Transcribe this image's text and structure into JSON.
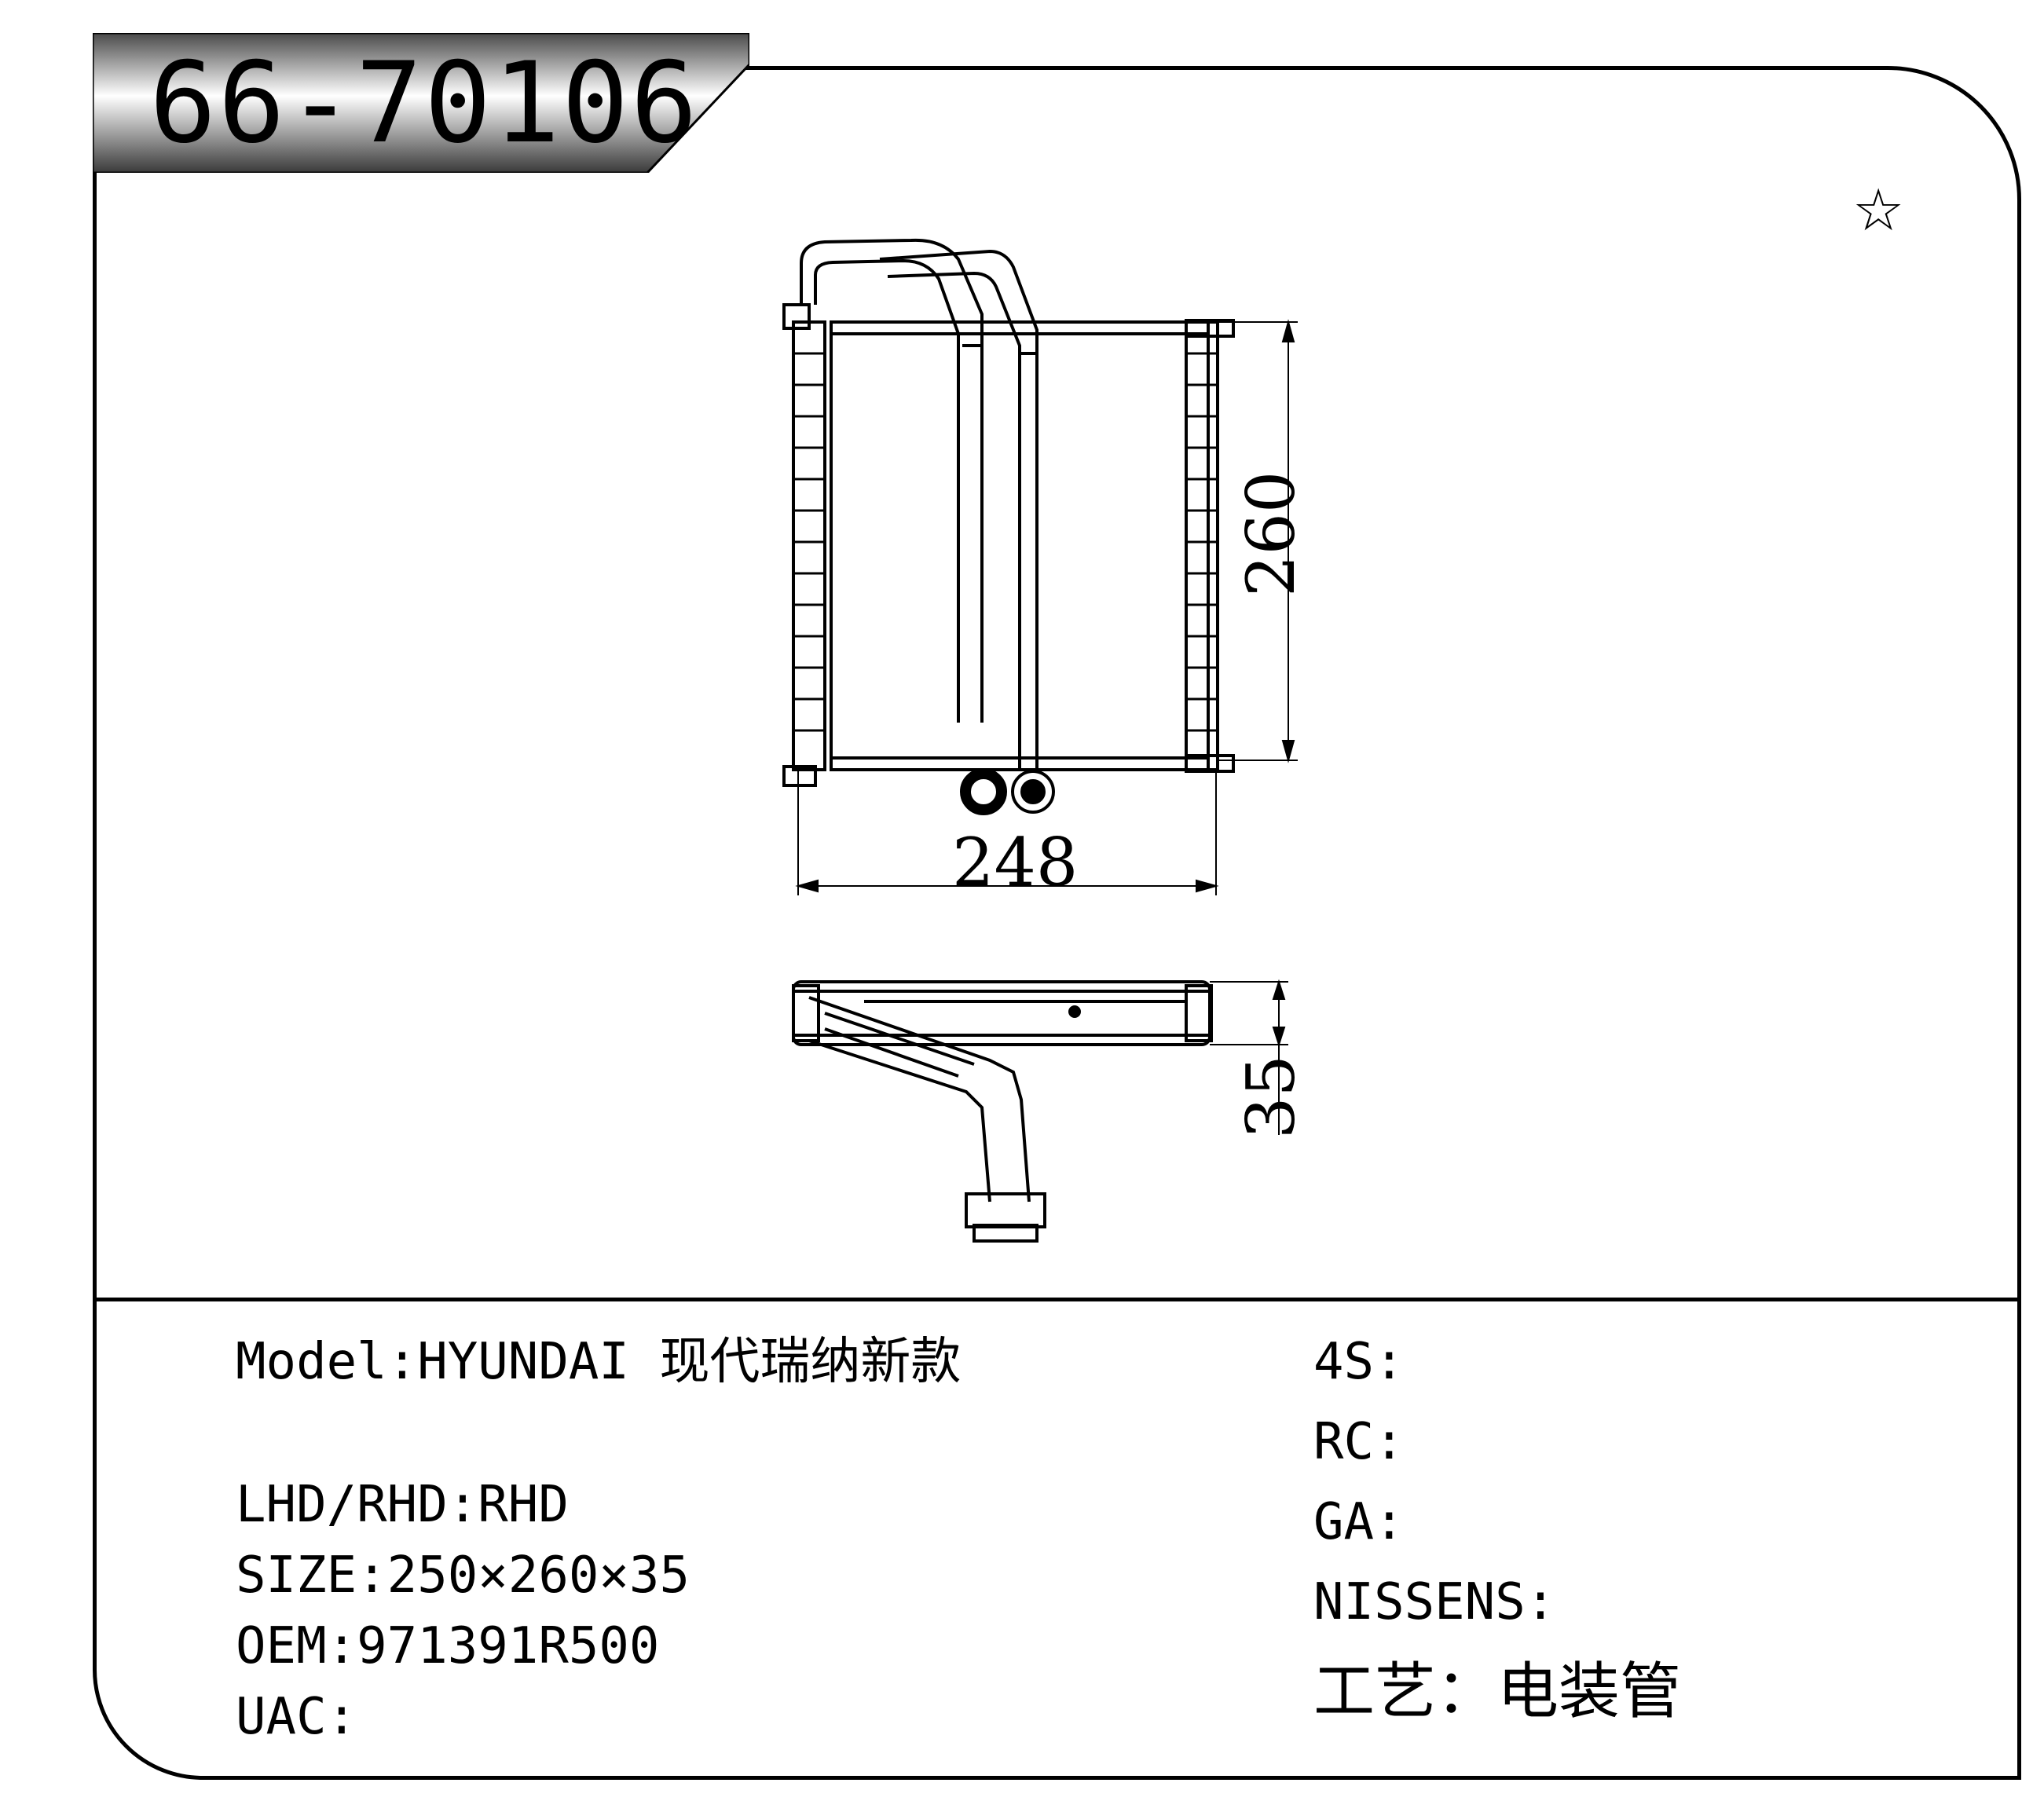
{
  "part_number": "66-70106",
  "flag_icon": "star-outline-icon",
  "dimensions": {
    "width": "248",
    "height": "260",
    "depth": "35"
  },
  "left_info": {
    "model": "Model:HYUNDAI 现代瑞纳新款",
    "lhd_rhd": "LHD/RHD:RHD",
    "size": "SIZE:250×260×35",
    "oem": "OEM:971391R500",
    "uac": "UAC:"
  },
  "right_info": {
    "s4": "4S:",
    "rc": "RC:",
    "ga": "GA:",
    "nissens": "NISSENS:",
    "process": "工艺：电装管"
  }
}
